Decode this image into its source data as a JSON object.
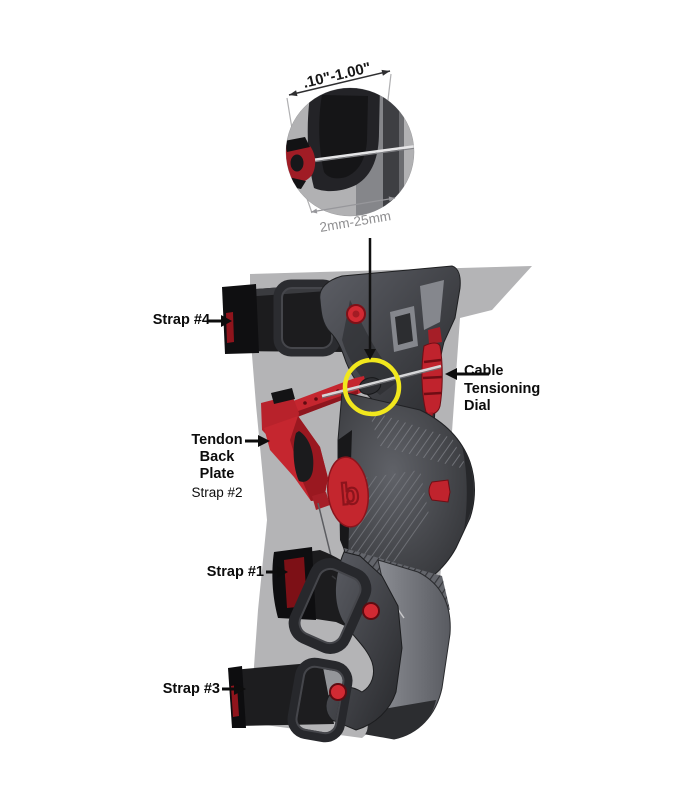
{
  "inset": {
    "top_measurement": ".10\"-1.00\"",
    "bottom_measurement": "2mm-25mm"
  },
  "callouts": {
    "strap4": {
      "label": "Strap #4"
    },
    "cable_dial": {
      "line1": "Cable",
      "line2": "Tensioning",
      "line3": "Dial"
    },
    "tendon": {
      "line1": "Tendon",
      "line2": "Back",
      "line3": "Plate",
      "sub": "Strap #2"
    },
    "strap1": {
      "label": "Strap #1"
    },
    "strap3": {
      "label": "Strap #3"
    }
  },
  "brace": {
    "knee_logo": "b"
  },
  "colors": {
    "background": "#ffffff",
    "leg_silhouette_gray": "#b4b4b6",
    "frame_dark": "#2a2b2e",
    "frame_mid": "#6b6d73",
    "strap_black": "#1c1c1e",
    "accent_red": "#c22730",
    "rivet_red": "#d22a33",
    "highlight_yellow": "#f1e71d",
    "cable_silver": "#d6d6d8",
    "dimension_gray": "#8e8e90",
    "label_black": "#0c0c0c"
  }
}
